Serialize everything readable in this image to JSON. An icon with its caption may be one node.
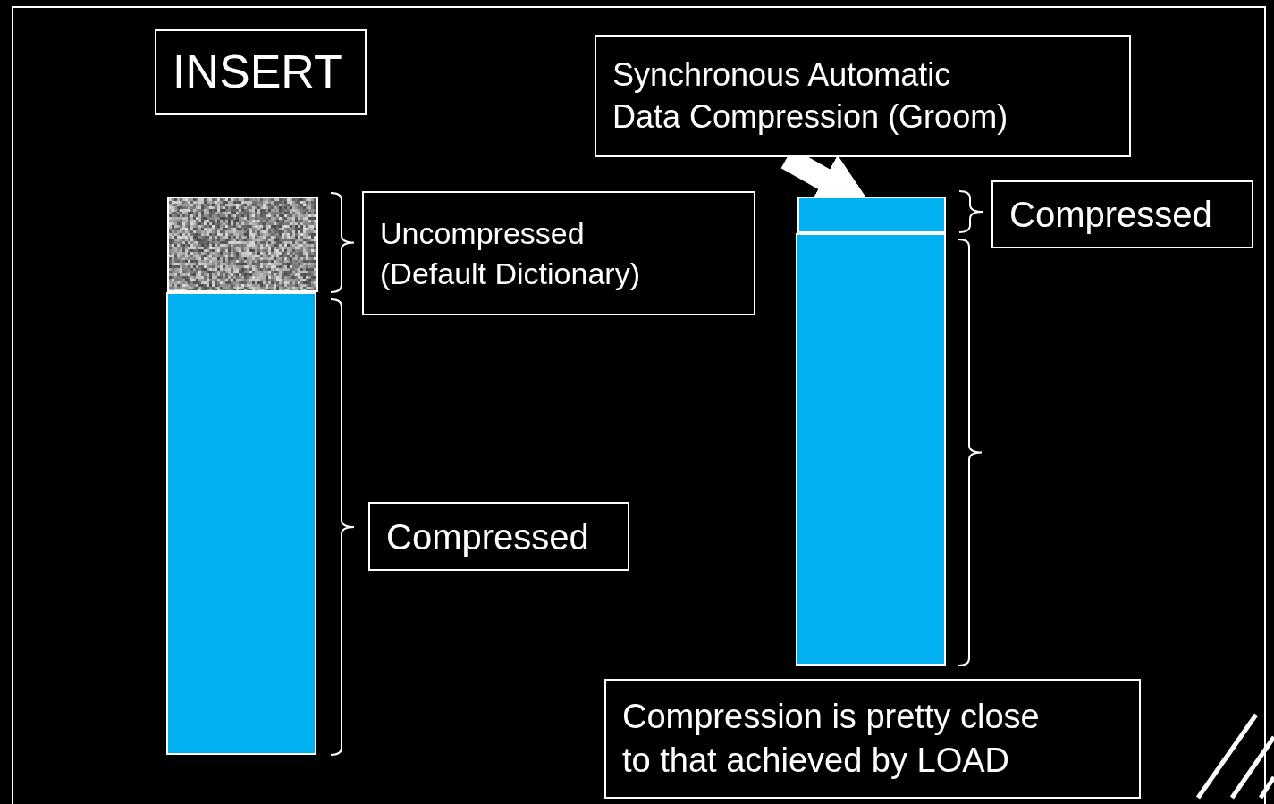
{
  "diagram": {
    "nodes": [
      {
        "text": [
          "INSERT"
        ]
      },
      {
        "text": [],
        "shape": "bar"
      },
      {
        "text": [],
        "shape": "bar"
      },
      {
        "text": [
          "Uncompressed (Default Dictionary)"
        ]
      },
      {
        "text": [
          "Compressed"
        ]
      },
      {
        "text": [
          "Synchronous Automatic Data Compression (Groom)"
        ]
      },
      {
        "text": [],
        "shape": "bar"
      },
      {
        "text": [],
        "shape": "bar"
      },
      {
        "text": [
          "Compressed"
        ]
      },
      {
        "text": [
          "Compression is pretty close to that achieved by LOAD"
        ]
      }
    ],
    "edges": [
      {
        "from": 5,
        "to": 6,
        "arrow": "to"
      }
    ]
  }
}
